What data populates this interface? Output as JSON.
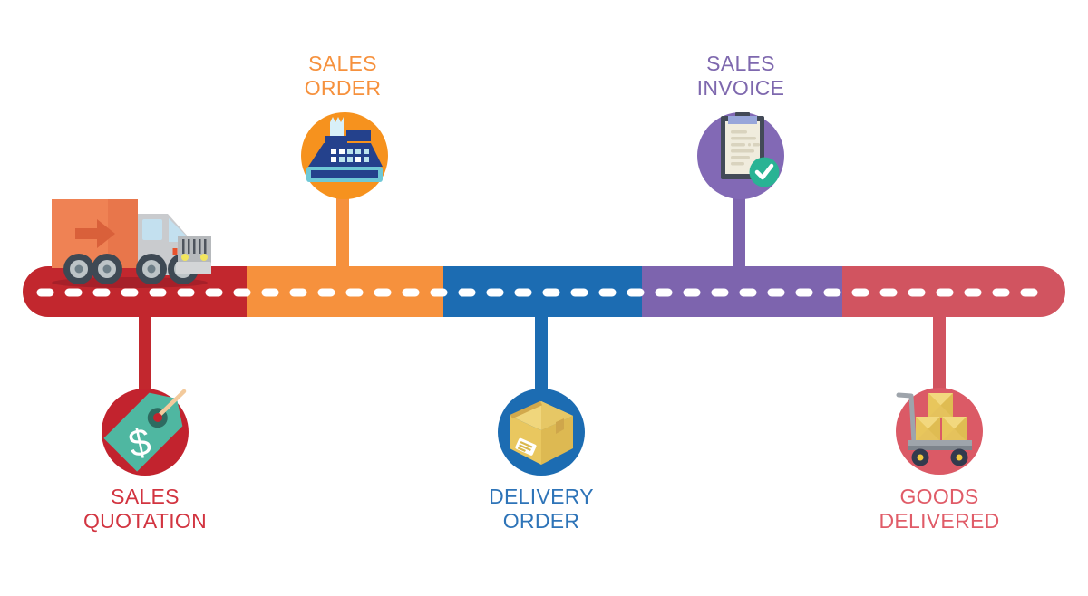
{
  "diagram": {
    "kind": "sales process roadmap",
    "road": {
      "dash_color": "#FFFFFF",
      "background": "#FFFFFF"
    }
  },
  "stages": [
    {
      "name": "Sales Quotation",
      "label": [
        "SALES",
        "QUOTATION"
      ],
      "side": "below",
      "icon": "price-tag-icon",
      "road_color": "#C2272E",
      "circle_color": "#C2232E",
      "text_color": "#D23440"
    },
    {
      "name": "Sales Order",
      "label": [
        "SALES",
        "ORDER"
      ],
      "side": "above",
      "icon": "cash-register-icon",
      "road_color": "#F6913D",
      "circle_color": "#F6921E",
      "text_color": "#F6913D"
    },
    {
      "name": "Delivery Order",
      "label": [
        "DELIVERY",
        "ORDER"
      ],
      "side": "below",
      "icon": "package-box-icon",
      "road_color": "#1C6CB2",
      "circle_color": "#1C6CB2",
      "text_color": "#2E74B8"
    },
    {
      "name": "Sales Invoice",
      "label": [
        "SALES",
        "INVOICE"
      ],
      "side": "above",
      "icon": "invoice-clipboard-icon",
      "road_color": "#7D64AE",
      "circle_color": "#8269B5",
      "text_color": "#7E68AE"
    },
    {
      "name": "Goods Delivered",
      "label": [
        "GOODS",
        "DELIVERED"
      ],
      "side": "below",
      "icon": "hand-truck-icon",
      "road_color": "#D15460",
      "circle_color": "#DB5A66",
      "text_color": "#E05C68"
    }
  ],
  "truck": {
    "icon": "delivery-truck-icon",
    "cargo_color": "#EF8254",
    "cab_color": "#C9CBCE",
    "arrow_color": "#D9603A"
  }
}
